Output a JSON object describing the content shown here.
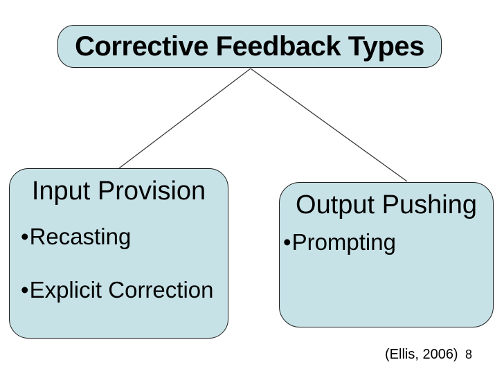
{
  "slide": {
    "title": "Corrective Feedback Types",
    "bullet_glyph": "•",
    "nodes": [
      {
        "heading": "Input Provision",
        "bullets": [
          "Recasting",
          "Explicit Correction"
        ]
      },
      {
        "heading": "Output Pushing",
        "bullets": [
          "Prompting"
        ]
      }
    ],
    "footer": {
      "citation": "(Ellis, 2006)",
      "slide_number": "8"
    },
    "colors": {
      "box_fill": "#c7e2e7",
      "box_border": "#1c1c1c",
      "connector": "#3c3c3c",
      "background": "#ffffff",
      "text": "#000000"
    }
  }
}
